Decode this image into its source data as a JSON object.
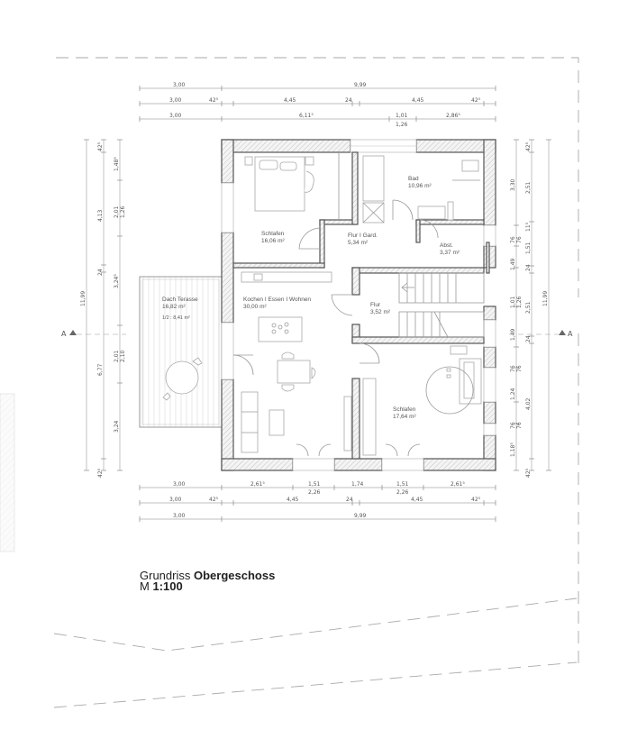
{
  "plan": {
    "title_prefix": "Grundriss",
    "title_bold": "Obergeschoss",
    "scale_prefix": "M",
    "scale_value": "1:100",
    "section_marker": "A"
  },
  "rooms": [
    {
      "name": "Schlafen",
      "area": "16,06 m²"
    },
    {
      "name": "Flur I Gard.",
      "area": "5,34 m²"
    },
    {
      "name": "Bad",
      "area": "10,96 m²"
    },
    {
      "name": "Abst.",
      "area": "3,37 m²"
    },
    {
      "name": "Dach Terasse",
      "area": "16,82 m²",
      "note": "1/2 : 8,41 m²"
    },
    {
      "name": "Kochen I Essen I Wohnen",
      "area": "30,00 m²"
    },
    {
      "name": "Flur",
      "area": "3,52 m²"
    },
    {
      "name": "Schlafen",
      "area": "17,64 m²"
    }
  ],
  "dimensions": {
    "top": {
      "row1": [
        "3,00",
        "9,99"
      ],
      "row2": [
        "3,00",
        "42⁵",
        "4,45",
        "24",
        "4,45",
        "42⁵"
      ],
      "row3": [
        "3,00",
        "6,11⁵",
        "1,01",
        "1,26",
        "2,86⁵"
      ]
    },
    "bottom": {
      "row1": [
        "3,00",
        "2,61⁵",
        "1,51",
        "2,26",
        "1,74",
        "1,51",
        "2,26",
        "2,61⁵"
      ],
      "row2": [
        "3,00",
        "42⁵",
        "4,45",
        "24",
        "4,45",
        "42⁵"
      ],
      "row3": [
        "3,00",
        "9,99"
      ]
    },
    "left": {
      "outer": [
        "11,99"
      ],
      "middle": [
        "42⁵",
        "4,13",
        "24",
        "6,77",
        "42⁵"
      ],
      "inner": [
        "1,48⁵",
        "2,01",
        "1,26",
        "3,24⁵",
        "2,01",
        "2,10",
        "3,24"
      ]
    },
    "right": {
      "inner": [
        "3,30",
        "76",
        "76",
        "1,49",
        "1,01",
        "1,26",
        "1,49",
        "76",
        "76",
        "1,24",
        "76",
        "76",
        "1,18⁵"
      ],
      "middle": [
        "42⁵",
        "2,51",
        "11⁵",
        "1,51",
        "24",
        "2,51",
        "24",
        "4,02",
        "42⁵"
      ],
      "outer": [
        "11,99"
      ]
    }
  }
}
